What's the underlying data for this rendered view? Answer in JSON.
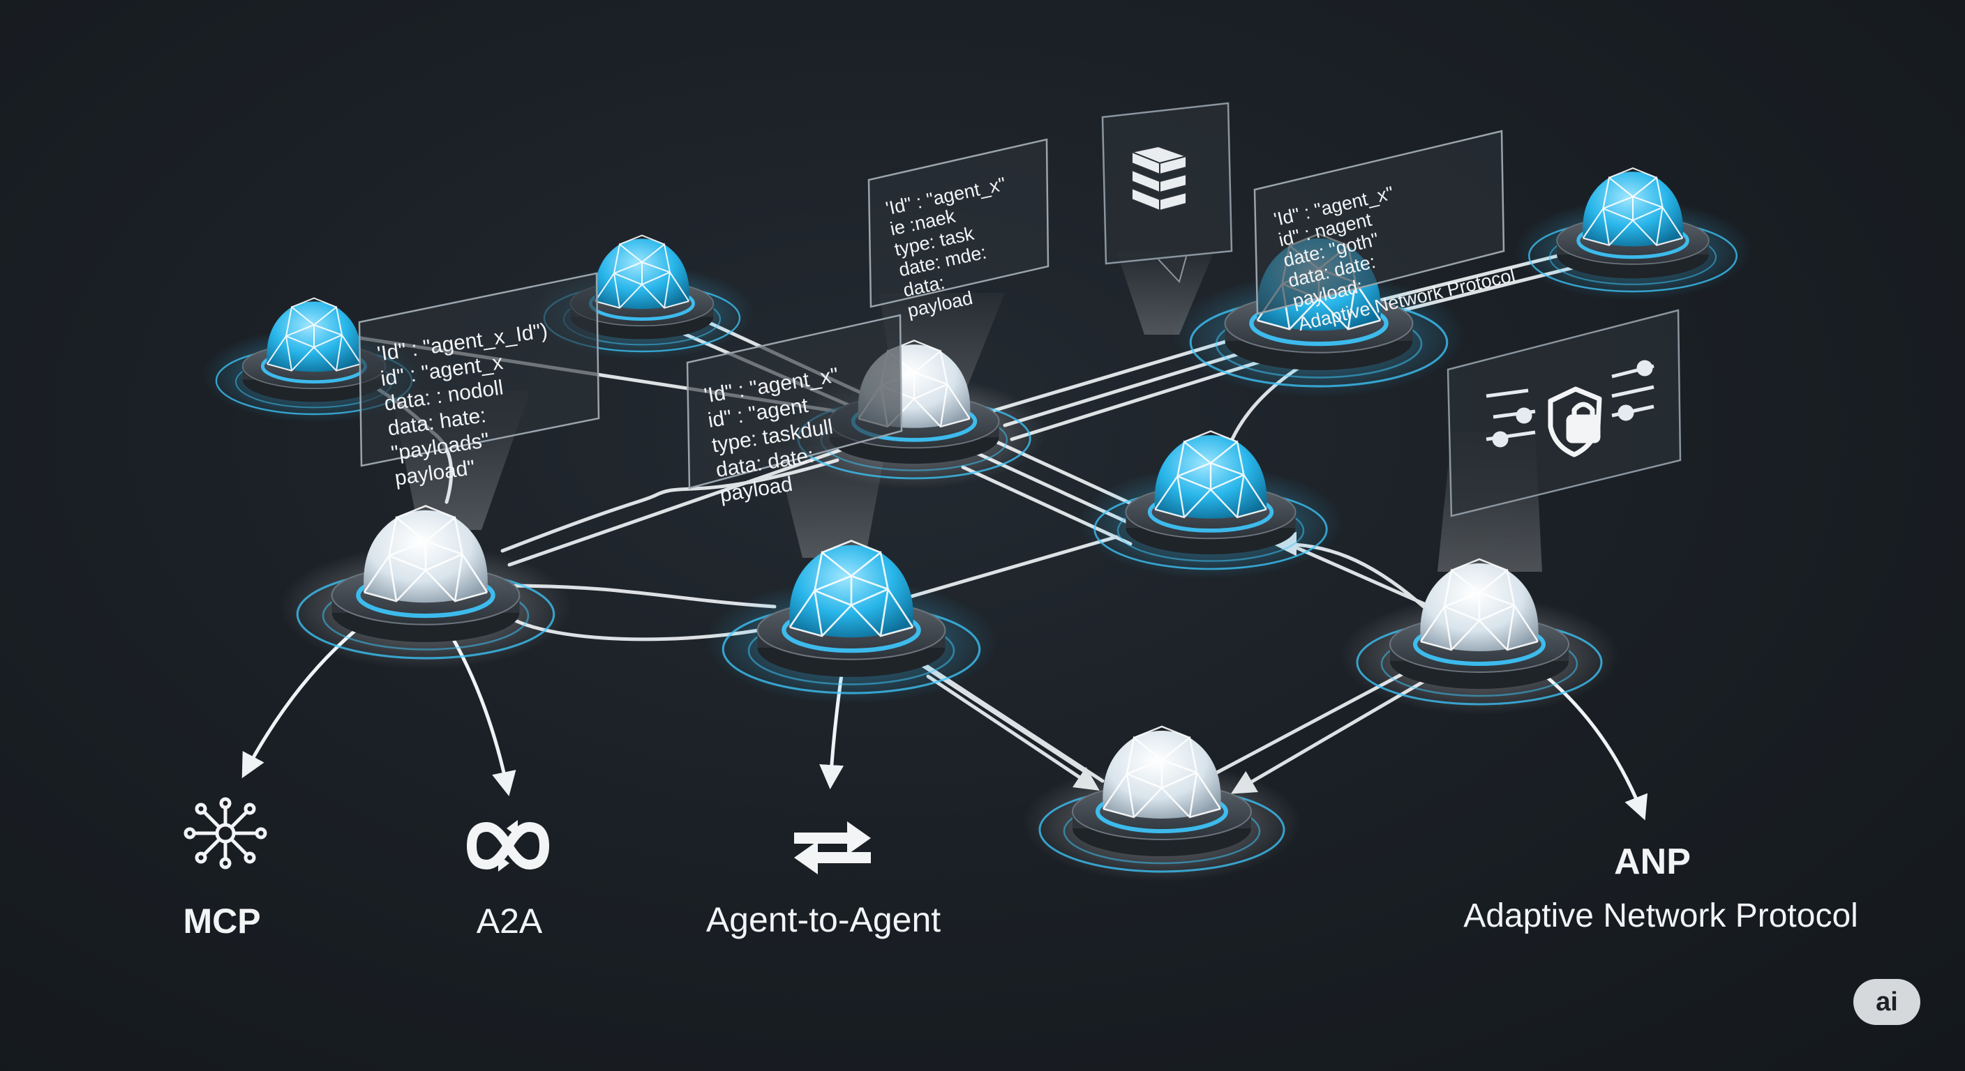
{
  "panels": [
    {
      "id": "panel-left",
      "lines": [
        "'Id\" : \"agent_x_Id\")",
        "id\" : \"agent_x",
        "data: : nodoll",
        "data: hate:",
        "\"payloads\"",
        "payload\""
      ]
    },
    {
      "id": "panel-mid",
      "lines": [
        "'Id\" : \"agent_x\"",
        "id\" : \"agent",
        "type: taskdull",
        "data: date:",
        "payload"
      ]
    },
    {
      "id": "panel-top",
      "lines": [
        "'Id\" : \"agent_x\"",
        "ie :naek",
        "type: task",
        "date: mde:",
        "data:",
        "payload"
      ]
    },
    {
      "id": "panel-right",
      "lines": [
        "'Id\" : \"agent_x\"",
        "id\" : nagent",
        "date: \"goth\"",
        "data: date:",
        "payload:"
      ]
    }
  ],
  "panel_right_caption": "Adaptive Network Protocol",
  "legend": [
    {
      "icon": "network-hub-icon",
      "title": "MCP",
      "bold": true
    },
    {
      "icon": "infinity-loop-icon",
      "title": "A2A",
      "bold": false
    },
    {
      "icon": "exchange-arrows-icon",
      "title": "Agent-to-Agent",
      "bold": false
    },
    {
      "icon": "",
      "title": "ANP",
      "subtitle": "Adaptive Network Protocol",
      "bold": true
    }
  ],
  "badge": "ai",
  "colors": {
    "background": "#181c21",
    "accent_cyan": "#3ec9ff",
    "link_white": "#f0f3f6",
    "platform": "#3b4148"
  }
}
